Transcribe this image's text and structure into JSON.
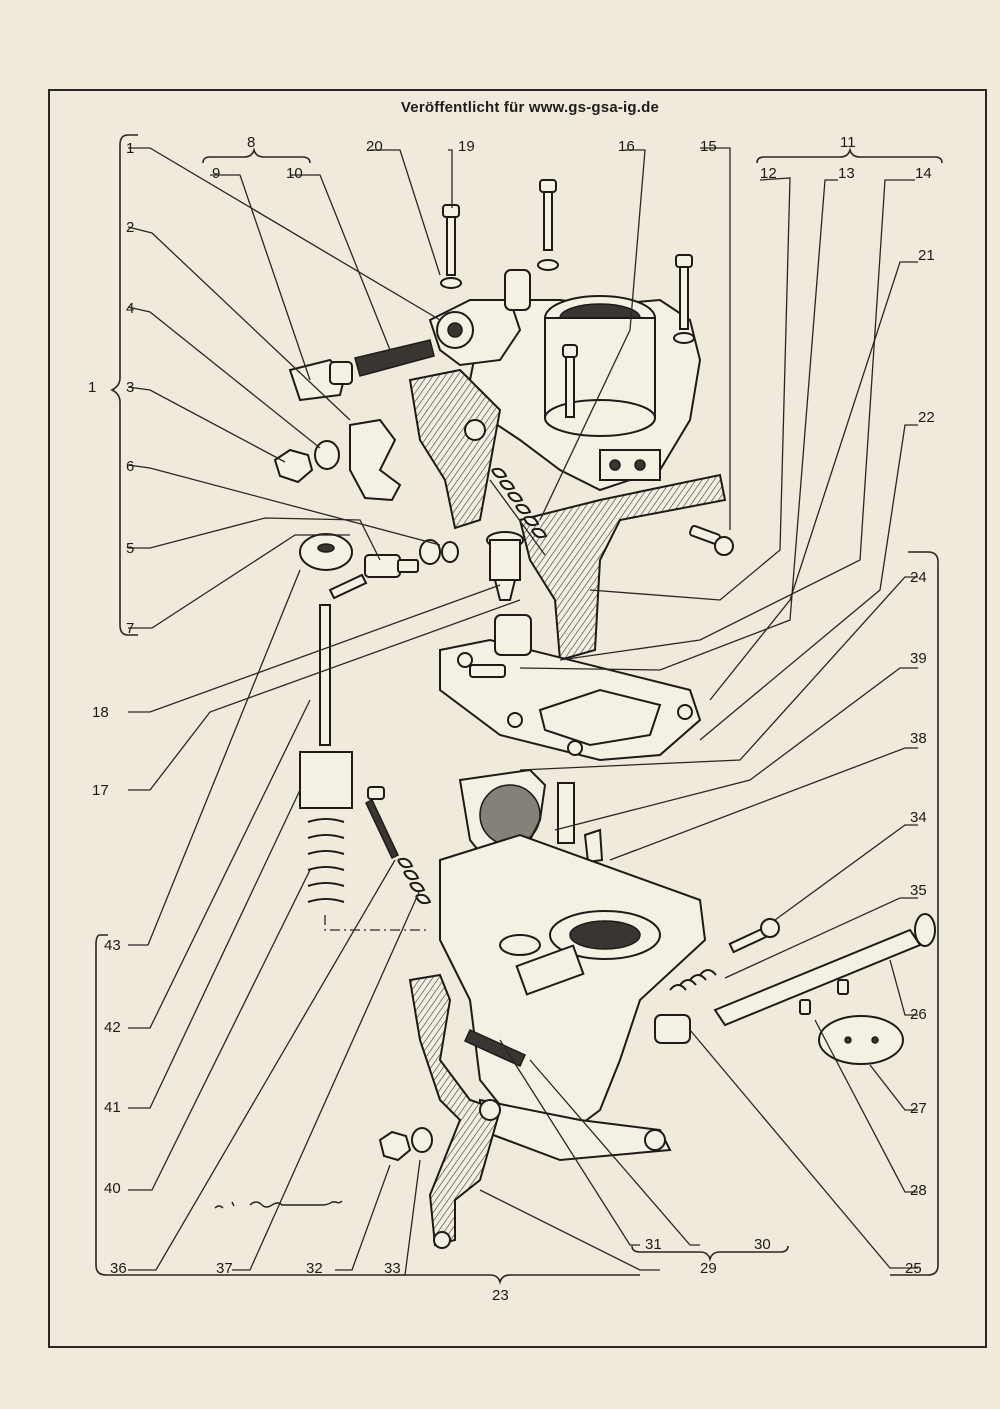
{
  "header": {
    "text": "Veröffentlicht für  www.gs-gsa-ig.de"
  },
  "labels": {
    "l1": "1",
    "l1b": "1",
    "l2": "2",
    "l3": "3",
    "l4": "4",
    "l5": "5",
    "l6": "6",
    "l7": "7",
    "l8": "8",
    "l9": "9",
    "l10": "10",
    "l11": "11",
    "l12": "12",
    "l13": "13",
    "l14": "14",
    "l15": "15",
    "l16": "16",
    "l17": "17",
    "l18": "18",
    "l19": "19",
    "l20": "20",
    "l21": "21",
    "l22": "22",
    "l23": "23",
    "l24": "24",
    "l25": "25",
    "l26": "26",
    "l27": "27",
    "l28": "28",
    "l29": "29",
    "l30": "30",
    "l31": "31",
    "l32": "32",
    "l33": "33",
    "l34": "34",
    "l35": "35",
    "l36": "36",
    "l37": "37",
    "l38": "38",
    "l39": "39",
    "l40": "40",
    "l41": "41",
    "l42": "42",
    "l43": "43"
  }
}
